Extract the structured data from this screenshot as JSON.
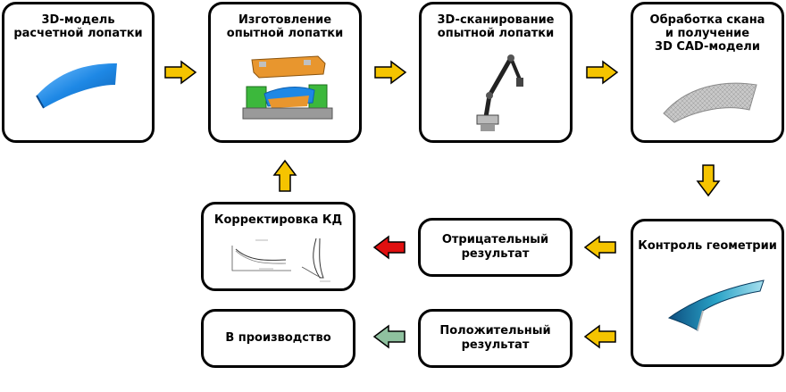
{
  "boxes": {
    "model": {
      "lines": [
        "3D-модель",
        "расчетной лопатки"
      ]
    },
    "manufacture": {
      "lines": [
        "Изготовление",
        "опытной лопатки"
      ]
    },
    "scan": {
      "lines": [
        "3D-сканирование",
        "опытной лопатки"
      ]
    },
    "processing": {
      "lines": [
        "Обработка скана",
        "и получение",
        "3D CAD-модели"
      ]
    },
    "control": {
      "lines": [
        "Контроль геометрии"
      ]
    },
    "negative": {
      "lines": [
        "Отрицательный",
        "результат"
      ]
    },
    "positive": {
      "lines": [
        "Положительный",
        "результат"
      ]
    },
    "correction": {
      "lines": [
        "Корректировка КД"
      ]
    },
    "production": {
      "lines": [
        "В производство"
      ]
    }
  },
  "colors": {
    "arrow_flow": "#f5c400",
    "arrow_negative": "#e01010",
    "arrow_positive": "#8fc19f",
    "blade_blue": "#1e88e5",
    "cad_gray": "#c8c8c8",
    "tooling_orange": "#e8962e",
    "tooling_green": "#3cb83c"
  }
}
